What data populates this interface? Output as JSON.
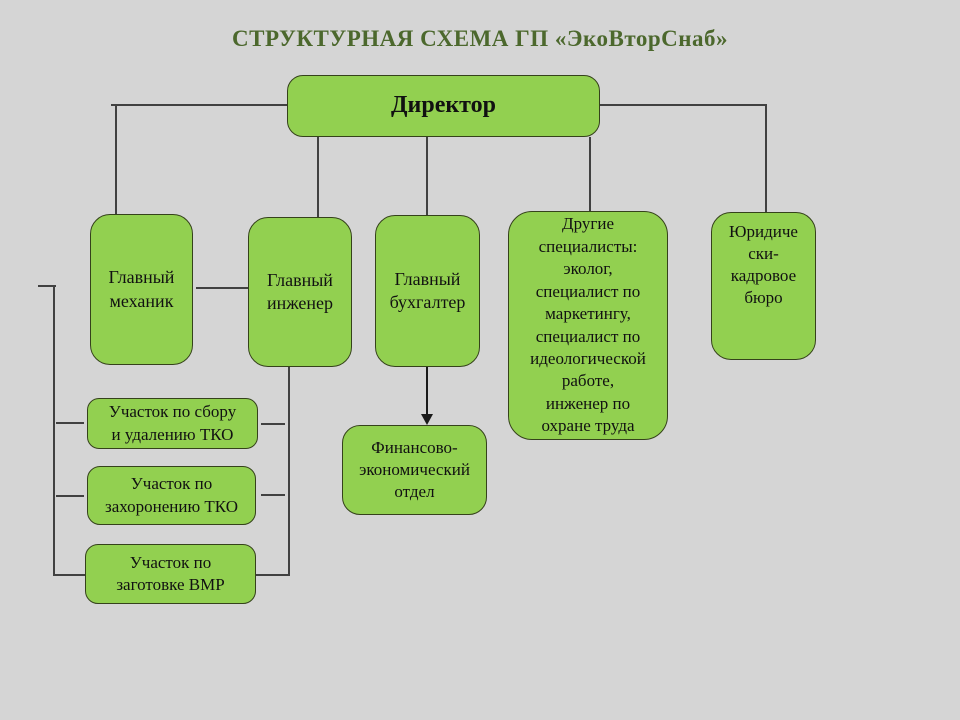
{
  "title": "СТРУКТУРНАЯ СХЕМА ГП «ЭкоВторСнаб»",
  "colors": {
    "background": "#d5d5d5",
    "box_fill": "#92d050",
    "box_border": "#35421b",
    "connector_line": "#414141",
    "arrow": "#1a1a1a",
    "title_text": "#4c682d",
    "box_text": "#111111"
  },
  "nodes": {
    "director": "Директор",
    "mechanic": "Главный\nмеханик",
    "engineer": "Главный\nинженер",
    "accountant": "Главный\nбухгалтер",
    "specialists": "Другие\nспециалисты:\nэколог,\nспециалист по\nмаркетингу,\nспециалист по\nидеологической\nработе,\nинженер по\nохране труда",
    "legal": "Юридиче\nски-\nкадровое\nбюро",
    "finance": "Финансово-\nэкономический\nотдел",
    "unit_collection": "Участок по сбору\nи удалению ТКО",
    "unit_landfill": "Участок по\nзахоронению ТКО",
    "unit_procurement": "Участок по\nзаготовке ВМР"
  }
}
